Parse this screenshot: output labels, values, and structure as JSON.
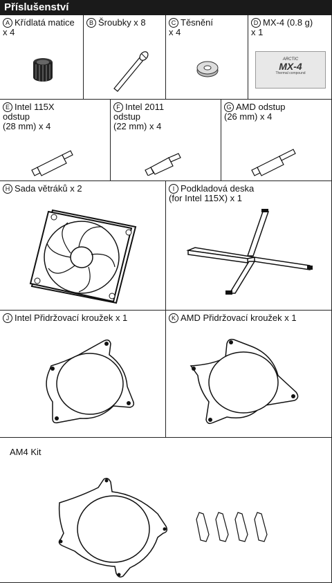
{
  "header": {
    "title": "Příslušenství"
  },
  "items": [
    {
      "letter": "A",
      "label": "Křídlatá matice\nx 4"
    },
    {
      "letter": "B",
      "label": "Šroubky x 8"
    },
    {
      "letter": "C",
      "label": "Těsnění\nx 4"
    },
    {
      "letter": "D",
      "label": "MX-4 (0.8 g)\nx 1"
    },
    {
      "letter": "E",
      "label": "Intel 115X\nodstup\n(28 mm) x 4"
    },
    {
      "letter": "F",
      "label": "Intel 2011\nodstup\n(22 mm) x 4"
    },
    {
      "letter": "G",
      "label": "AMD odstup\n(26 mm) x 4"
    },
    {
      "letter": "H",
      "label": "Sada větráků x 2"
    },
    {
      "letter": "I",
      "label": "Podkladová deska\n(for Intel 115X) x 1"
    },
    {
      "letter": "J",
      "label": "Intel Přidržovací kroužek x 1"
    },
    {
      "letter": "K",
      "label": "AMD Přidržovací kroužek x 1"
    },
    {
      "letter": "",
      "label": "AM4 Kit"
    }
  ],
  "mx4": {
    "brand": "ARCTIC",
    "name": "MX-4",
    "sub": "Thermal compound"
  }
}
